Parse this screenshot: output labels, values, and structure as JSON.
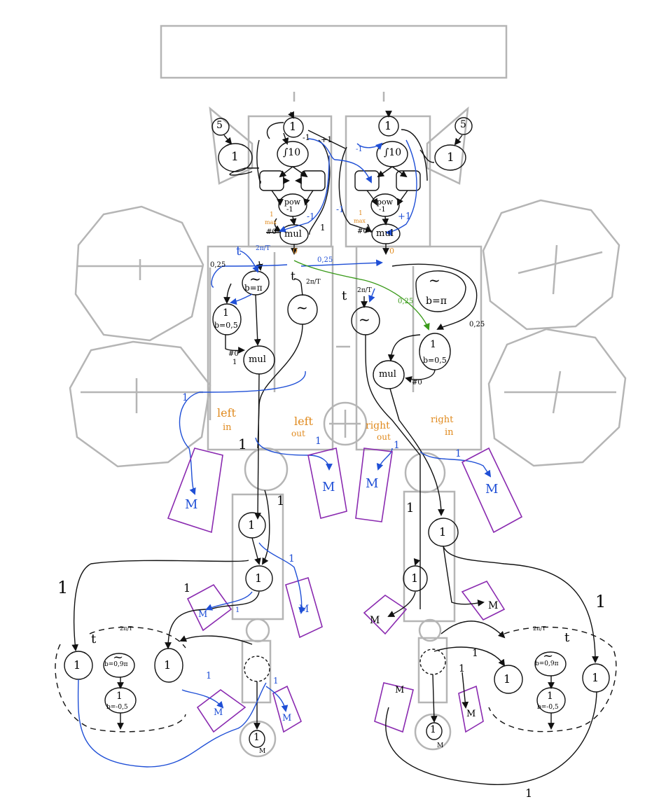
{
  "colors": {
    "black": "#111111",
    "blue": "#1f4fd6",
    "green": "#3a9a1a",
    "orange": "#e08a1e",
    "purple": "#8a2ab0",
    "gray": "#b5b5b5"
  },
  "top_module": {
    "left": {
      "n5": "5",
      "n1a": "1",
      "n1b": "1",
      "int": "∫10",
      "m1": "-1",
      "p1": "+1",
      "pow": "pow",
      "pow_arg": "-1",
      "frac_num": "1",
      "frac_den": "max",
      "hash0": "#0",
      "mul": "mul",
      "bl_m1": "-1",
      "bl_1": "1",
      "out": "0"
    },
    "right": {
      "n5": "5",
      "n1a": "1",
      "n1b": "1",
      "int": "∫10",
      "m1": "-1",
      "p1": "+1",
      "pow": "pow",
      "pow_arg": "-1",
      "frac_num": "1",
      "frac_den": "max",
      "hash0": "#0",
      "mul": "mul",
      "bl_m1": "-1",
      "bl_p1": "+1",
      "out": "0"
    }
  },
  "middle": {
    "t": "t",
    "two_pi_T": "2π/T",
    "sine": "~",
    "b_pi": "b=π",
    "b_half": "b=0,5",
    "mul": "mul",
    "hash0": "#0",
    "one": "1",
    "v025": "0,25"
  },
  "labels": {
    "left_in": [
      "left",
      "in"
    ],
    "left_out": [
      "left",
      "out"
    ],
    "right_out": [
      "right",
      "out"
    ],
    "right_in": [
      "right",
      "in"
    ]
  },
  "lower": {
    "one": "1",
    "M": "M",
    "b09": "b=0,9π",
    "bm05": "b=-0,5"
  }
}
